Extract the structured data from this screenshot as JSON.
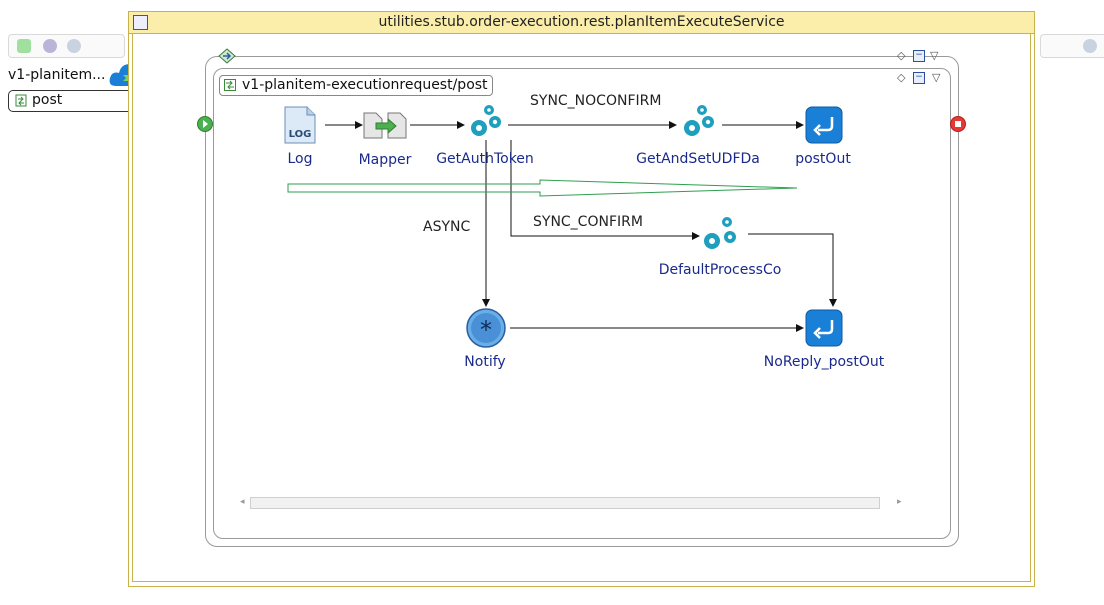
{
  "component": {
    "title": "utilities.stub.order-execution.rest.planItemExecuteService"
  },
  "binding": {
    "name": "v1-planitem...",
    "operation": "post"
  },
  "process": {
    "title": "v1-planitem-executionrequest/post"
  },
  "nodes": {
    "log": "Log",
    "mapper": "Mapper",
    "get_auth_token": "GetAuthToken",
    "get_and_set_udf": "GetAndSetUDFDa",
    "post_out": "postOut",
    "default_process": "DefaultProcessCo",
    "notify": "Notify",
    "noreply_post_out": "NoReply_postOut"
  },
  "flows": {
    "sync_noconfirm": "SYNC_NOCONFIRM",
    "sync_confirm": "SYNC_CONFIRM",
    "async": "ASYNC"
  },
  "icons": {
    "log_icon_text": "LOG"
  },
  "colors": {
    "accent_blue": "#1a7fd6",
    "gear_teal": "#1d9fbd",
    "component_header": "#fbeeaa",
    "start_green": "#4caf50",
    "end_red": "#e53935"
  }
}
